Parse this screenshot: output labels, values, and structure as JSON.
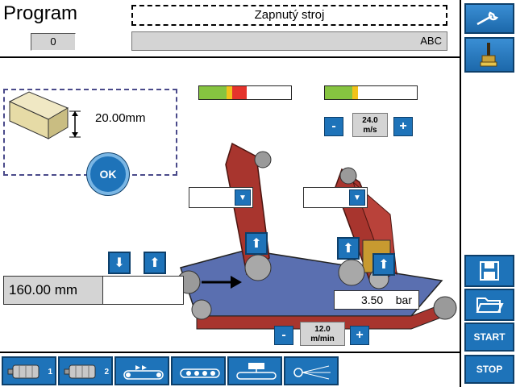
{
  "header": {
    "title": "Program",
    "program_number": "0",
    "status": "Zapnutý stroj",
    "field_value": "ABC"
  },
  "board": {
    "thickness": "20.00mm",
    "ok_label": "OK"
  },
  "indicators": {
    "left_bar_levels": {
      "green": 0.3,
      "yellow": 0.05,
      "red": 0.15
    },
    "right_bar_levels": {
      "green": 0.3,
      "yellow": 0.05
    }
  },
  "speed_upper": {
    "value": "24.0",
    "unit": "m/s",
    "minus": "-",
    "plus": "+"
  },
  "speed_lower": {
    "value": "12.0",
    "unit": "m/min",
    "minus": "-",
    "plus": "+"
  },
  "width_field": {
    "value": "160.00",
    "unit": "mm"
  },
  "pressure": {
    "value": "3.50",
    "unit": "bar"
  },
  "sidebar": {
    "start_label": "START",
    "stop_label": "STOP"
  },
  "toolbar": {
    "motor1_num": "1",
    "motor2_num": "2"
  },
  "colors": {
    "accent": "#1e73b9",
    "belt_red": "#a8352e",
    "belt_blue": "#5a6fb0",
    "level_green": "#86c440",
    "level_yellow": "#f2c21b",
    "level_red": "#e5342c"
  },
  "icons": [
    "wrench-icon",
    "brush-icon",
    "save-icon",
    "folder-icon",
    "motor-icon",
    "conveyor-icon",
    "rollers-icon",
    "spray-icon",
    "arrow-up-icon",
    "arrow-down-icon",
    "chevron-down-icon"
  ]
}
